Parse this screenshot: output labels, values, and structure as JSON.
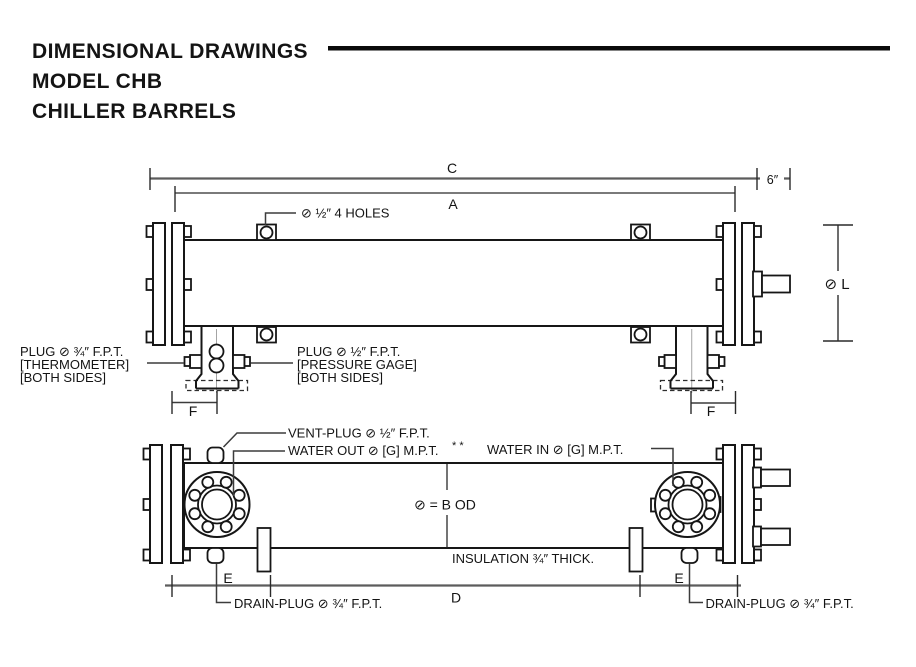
{
  "colors": {
    "ink": "#141414",
    "dim_line": "#5c5c5c",
    "background": "#ffffff"
  },
  "header": {
    "title_lines": [
      "DIMENSIONAL DRAWINGS",
      "MODEL CHB",
      "CHILLER BARRELS"
    ]
  },
  "top_view": {
    "dims": {
      "c": "C",
      "a": "A",
      "stub": "6″",
      "f_left": "F",
      "f_right": "F",
      "shell": "⊘ L"
    },
    "callouts": {
      "holes": "⊘ ½″  4 HOLES",
      "thermometer": [
        "PLUG ⊘ ¾″ F.P.T.",
        "[THERMOMETER]",
        "[BOTH SIDES]"
      ],
      "gage": [
        "PLUG ⊘ ½″ F.P.T.",
        "[PRESSURE GAGE]",
        "[BOTH SIDES]"
      ]
    }
  },
  "bottom_view": {
    "dims": {
      "e_left": "E",
      "e_right": "E",
      "d": "D"
    },
    "callouts": {
      "vent": "VENT-PLUG ⊘ ½″  F.P.T.",
      "water_out": "WATER OUT  ⊘  [G] M.P.T.",
      "water_out_note": "* *",
      "water_in": "WATER IN  ⊘  [G] M.P.T.",
      "shell_od": "⊘ = B  OD",
      "insulation": "INSULATION  ¾″  THICK.",
      "drain_left": "DRAIN-PLUG ⊘ ¾″  F.P.T.",
      "drain_right": "DRAIN-PLUG ⊘ ¾″  F.P.T."
    }
  }
}
